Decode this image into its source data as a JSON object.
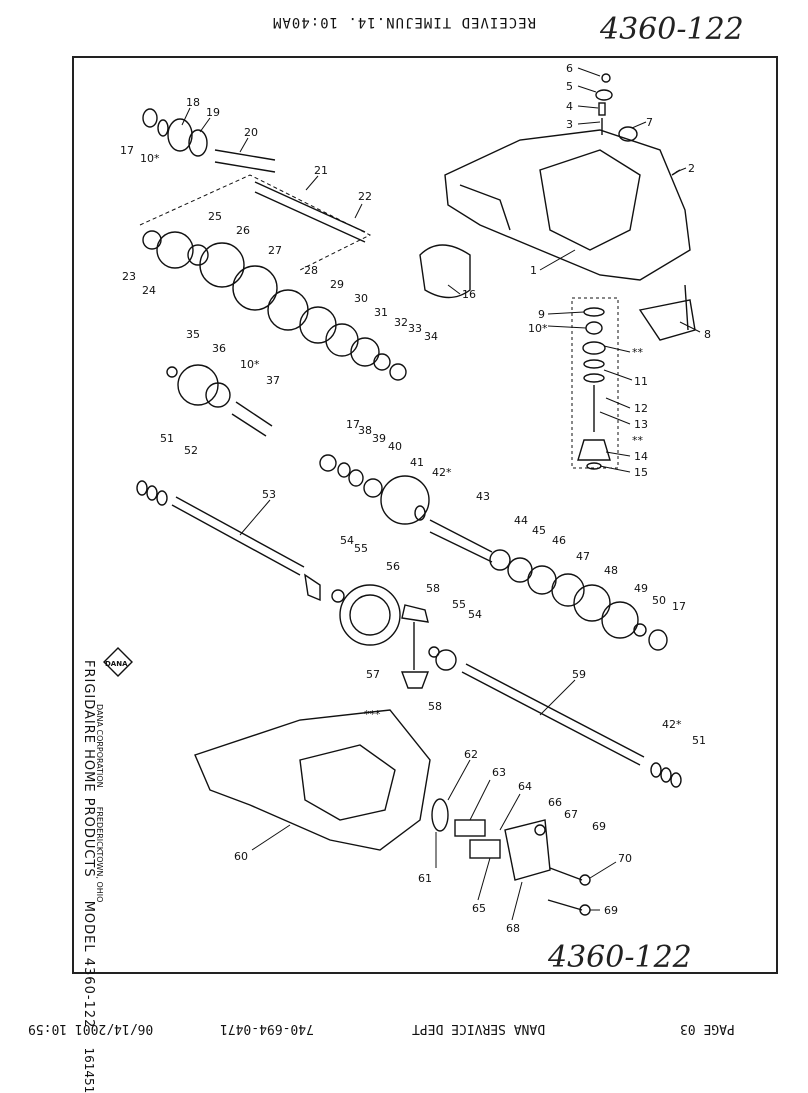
{
  "header": {
    "fax_received": "RECEIVED TIMEJUN.14. 10:40AM",
    "handwritten_top": "4360-122",
    "handwritten_bottom": "4360-122"
  },
  "branding": {
    "company_line1": "DANA CORPORATION",
    "company_line2": "FREDERICKTOWN, OHIO",
    "logo_text": "DANA"
  },
  "model": {
    "brand": "FRIGIDAIRE HOME PRODUCTS",
    "model_label": "MODEL 4360-122",
    "part_number": "161451"
  },
  "footer": {
    "date_time": "06/14/2001 10:59",
    "phone": "740-694-0471",
    "sender": "DANA SERVICE DEPT",
    "page": "PAGE 03"
  },
  "callouts": [
    "1",
    "2",
    "3",
    "4",
    "5",
    "6",
    "7",
    "8",
    "9",
    "10*",
    "11",
    "12",
    "13",
    "14",
    "15",
    "16",
    "17",
    "18",
    "19",
    "20",
    "21",
    "22",
    "23",
    "24",
    "25",
    "26",
    "27",
    "28",
    "29",
    "30",
    "31",
    "32",
    "33",
    "34",
    "35",
    "36",
    "37",
    "38",
    "39",
    "40",
    "41",
    "42*",
    "43",
    "44",
    "45",
    "46",
    "47",
    "48",
    "49",
    "50",
    "51",
    "52",
    "53",
    "54",
    "55",
    "56",
    "57",
    "58",
    "59",
    "60",
    "61",
    "62",
    "63",
    "64",
    "65",
    "66",
    "67",
    "68",
    "69",
    "70",
    "**",
    "***"
  ]
}
